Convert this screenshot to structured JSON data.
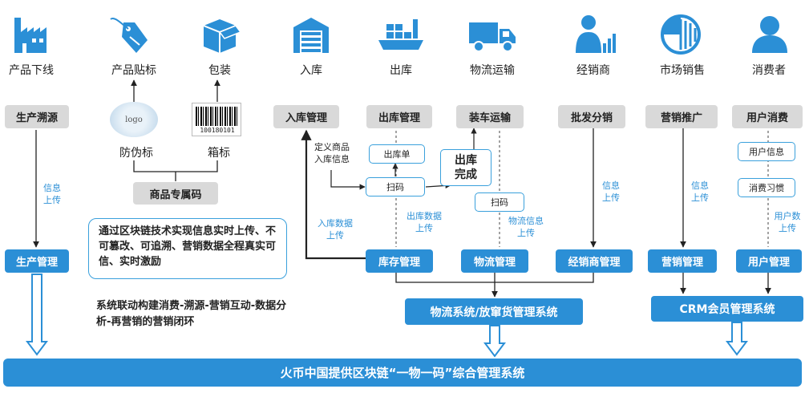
{
  "colors": {
    "primary_blue": "#2b8fd6",
    "gray_box": "#d9d9d9",
    "border_blue": "#3aa0dc"
  },
  "stages": [
    {
      "label": "产品下线",
      "icon": "factory-icon"
    },
    {
      "label": "产品贴标",
      "icon": "tag-icon"
    },
    {
      "label": "包装",
      "icon": "package-box-icon"
    },
    {
      "label": "入库",
      "icon": "warehouse-icon"
    },
    {
      "label": "出库",
      "icon": "cargo-ship-icon"
    },
    {
      "label": "物流运输",
      "icon": "truck-icon"
    },
    {
      "label": "经销商",
      "icon": "dealer-chart-icon"
    },
    {
      "label": "市场销售",
      "icon": "pie-chart-icon"
    },
    {
      "label": "消费者",
      "icon": "user-icon"
    }
  ],
  "upper_boxes": {
    "trace": "生产溯源",
    "inbound_mgmt": "入库管理",
    "outbound_mgmt": "出库管理",
    "loading": "装车运输",
    "wholesale": "批发分销",
    "marketing": "营销推广",
    "user_consumption": "用户消费"
  },
  "labels": {
    "anti_fake": "防伪标",
    "box_label": "箱标",
    "product_code": "商品专属码",
    "logo_text": "logo",
    "barcode_number": "100180101",
    "info_upload_1": "信息\n上传",
    "info_upload_2": "信息\n上传",
    "info_upload_3": "信息\n上传",
    "define_goods": "定义商品\n入库信息",
    "inbound_upload": "入库数据\n上传",
    "outbound_upload": "出库数据\n上传",
    "logistics_upload": "物流信息\n上传",
    "user_upload": "用户数\n上传",
    "outbound_done": "出库\n完成"
  },
  "small_boxes": {
    "out_slip": "出库单",
    "scan_1": "扫码",
    "scan_2": "扫码",
    "user_info": "用户信息",
    "consume_habit": "消费习惯"
  },
  "lower_boxes": {
    "production": "生产管理",
    "inventory": "库存管理",
    "logistics": "物流管理",
    "dealer": "经销商管理",
    "marketing": "营销管理",
    "users": "用户管理"
  },
  "systems": {
    "logistics_system": "物流系统/放窜货管理系统",
    "crm_system": "CRM会员管理系统",
    "platform": "火币中国提供区块链“一物一码”综合管理系统"
  },
  "texts": {
    "blockchain_note": "通过区块链技术实现信息实时上传、不可篡改、可追溯、营销数据全程真实可信、实时激励",
    "loop_note": "系统联动构建消费-溯源-营销互动-数据分析-再营销的营销闭环"
  }
}
